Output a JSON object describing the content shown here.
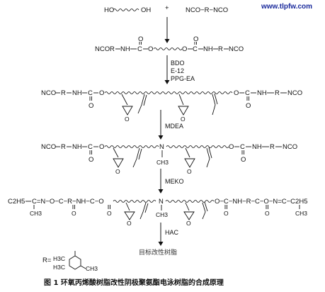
{
  "watermark": "www.tlpfw.com",
  "diol": {
    "ho_left": "HO",
    "oh_right": "OH"
  },
  "plus": "+",
  "diisocyanate": "NCO−R−NCO",
  "row1": {
    "left_nco": "NCO",
    "left_r": "R",
    "nh": "NH",
    "c": "C",
    "o": "O"
  },
  "reagents1": [
    "BDO",
    "E-12",
    "PPG-EA"
  ],
  "reagent2": "MDEA",
  "reagent3": "MEKO",
  "reagent4": "HAC",
  "common": {
    "NCO": "NCO",
    "R": "R",
    "NH": "NH",
    "C": "C",
    "O": "O",
    "N": "N",
    "CH3": "CH3"
  },
  "row4": {
    "ethyl": "C2H5",
    "ch3": "CH3",
    "chain": "C=N−O−C−R−NH−C−O",
    "right_chain": "O−C−NH−R−C−O−N=C−C2H5"
  },
  "target_label": "目标改性树脂",
  "r_def": {
    "prefix": "R=",
    "h3c_top": "H3C",
    "h3c_bottom": "H3C",
    "ch3": "CH3"
  },
  "caption": "图 1  环氧丙烯酸树脂改性阴极聚氨酯电泳树脂的合成原理"
}
